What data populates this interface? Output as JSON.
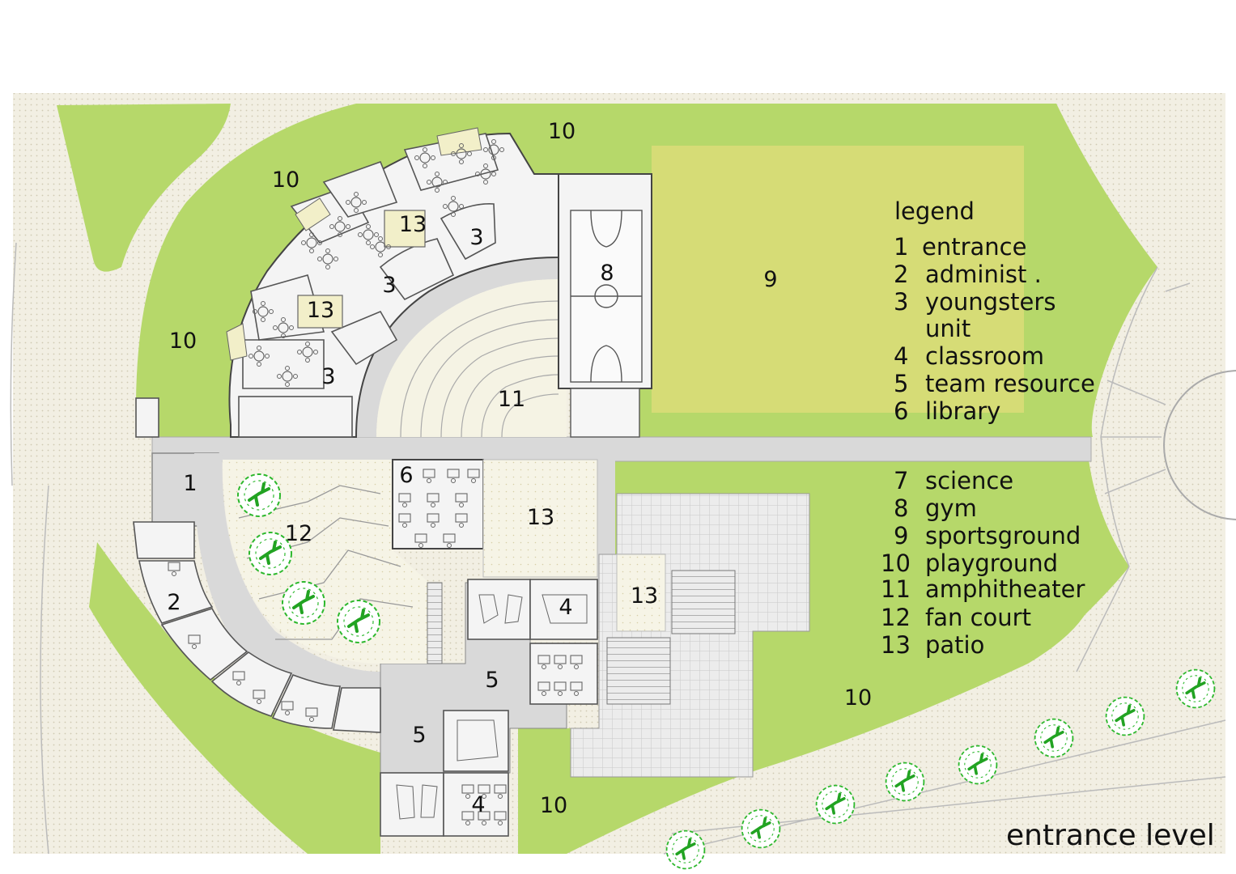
{
  "title": "entrance level",
  "legend": {
    "heading": "legend",
    "items": [
      {
        "num": "1",
        "label": "entrance"
      },
      {
        "num": "2",
        "label": "administ ."
      },
      {
        "num": "3",
        "label": "youngsters"
      },
      {
        "num": "",
        "label": "unit"
      },
      {
        "num": "4",
        "label": "classroom"
      },
      {
        "num": "5",
        "label": "team resource"
      },
      {
        "num": "6",
        "label": "library"
      },
      {
        "num": "7",
        "label": "science"
      },
      {
        "num": "8",
        "label": "gym"
      },
      {
        "num": "9",
        "label": "sportsground"
      },
      {
        "num": "10",
        "label": "playground"
      },
      {
        "num": "11",
        "label": "amphitheater"
      },
      {
        "num": "12",
        "label": "fan court"
      },
      {
        "num": "13",
        "label": "patio"
      }
    ]
  },
  "zones": {
    "z1": "1",
    "z2": "2",
    "z3a": "3",
    "z3b": "3",
    "z3c": "3",
    "z4a": "4",
    "z4b": "4",
    "z5a": "5",
    "z5b": "5",
    "z6": "6",
    "z8": "8",
    "z9": "9",
    "z10a": "10",
    "z10b": "10",
    "z10c": "10",
    "z10d": "10",
    "z10e": "10",
    "z11": "11",
    "z12": "12",
    "z13a": "13",
    "z13b": "13",
    "z13c": "13",
    "z13d": "13"
  },
  "colors": {
    "lawn": "#b6d86a",
    "field": "#d6dc76",
    "corridor": "#d9d9d9",
    "paving": "#f0ecd8",
    "tree": "#2db82d"
  }
}
